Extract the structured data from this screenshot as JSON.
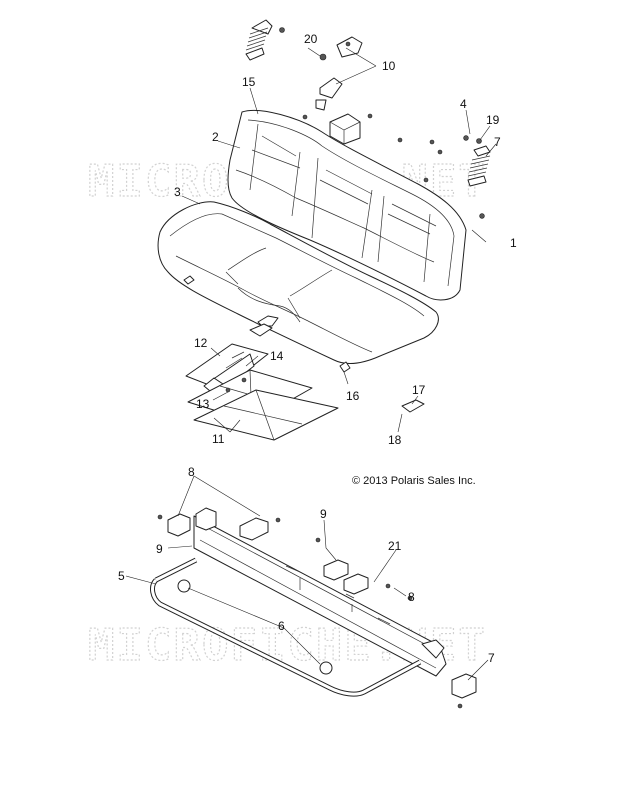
{
  "copyright": "© 2013 Polaris Sales Inc.",
  "watermark": "MICROFICHE.NET",
  "callouts": {
    "c1": "1",
    "c2": "2",
    "c3": "3",
    "c4": "4",
    "c5": "5",
    "c6": "6",
    "c7a": "7",
    "c7b": "7",
    "c8a": "8",
    "c8b": "8",
    "c9a": "9",
    "c9b": "9",
    "c10": "10",
    "c11": "11",
    "c12": "12",
    "c13": "13",
    "c14": "14",
    "c15": "15",
    "c16": "16",
    "c17": "17",
    "c18": "18",
    "c19": "19",
    "c20": "20",
    "c21": "21"
  }
}
